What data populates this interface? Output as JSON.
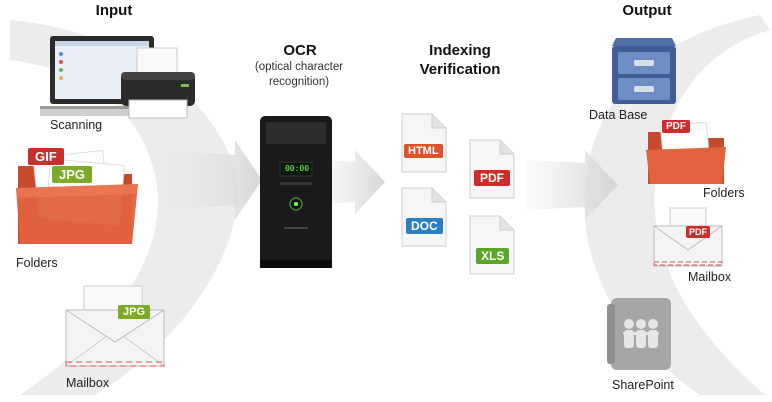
{
  "headings": {
    "input": "Input",
    "ocr": "OCR",
    "ocr_sub_1": "(optical character",
    "ocr_sub_2": "recognition)",
    "indexing": "Indexing",
    "verification": "Verification",
    "output": "Output"
  },
  "input_items": {
    "scanning": "Scanning",
    "folders": "Folders",
    "mailbox": "Mailbox"
  },
  "output_items": {
    "database": "Data Base",
    "folders": "Folders",
    "mailbox": "Mailbox",
    "sharepoint": "SharePoint"
  },
  "file_badges": {
    "gif": "GIF",
    "jpg": "JPG",
    "html": "HTML",
    "pdf": "PDF",
    "doc": "DOC",
    "xls": "XLS",
    "server_display": "00:00"
  },
  "icons": [
    "laptop-icon",
    "printer-icon",
    "folder-icon",
    "envelope-icon",
    "server-tower-icon",
    "document-icon",
    "database-cabinet-icon",
    "sharepoint-icon"
  ],
  "colors": {
    "gif": "#c9302c",
    "jpg": "#7cab2a",
    "html": "#d9542b",
    "pdf": "#d22b2b",
    "doc": "#2d7fc4",
    "xls": "#5aa52a",
    "folder": "#e0623e",
    "arrow": "#dcdcdc"
  }
}
